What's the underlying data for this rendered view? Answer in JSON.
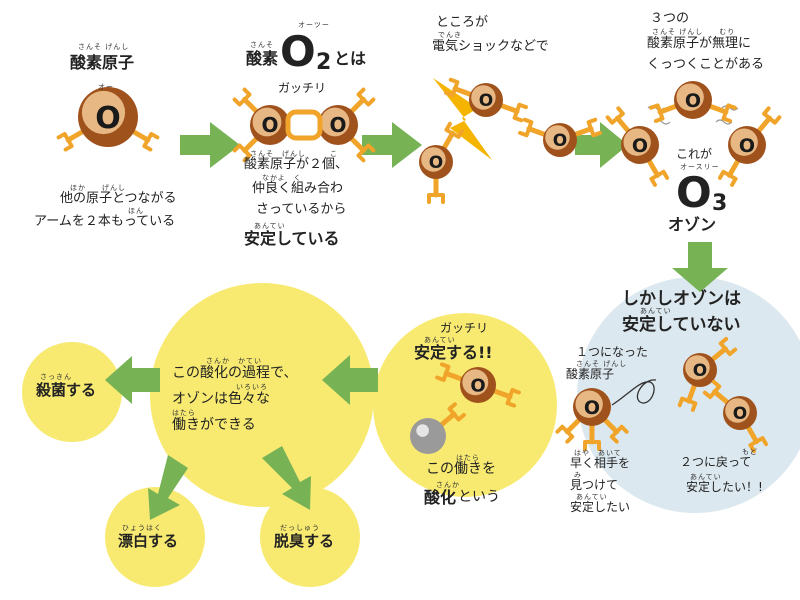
{
  "colors": {
    "atom_outer": "#a0521d",
    "atom_inner": "#e7b883",
    "arm": "#f0a52a",
    "arrow": "#77b255",
    "yellow": "#f8ea71",
    "blue": "#dce8ef",
    "bolt": "#f4b400",
    "grey_atom": "#9a9a9a"
  },
  "atom_letter": "O",
  "grey_atom_icon": "grey-atom",
  "panel1": {
    "title": "酸素原子",
    "title_ruby": "さんそ げんし",
    "atom_ruby": "オー",
    "line1": "他の原子とつながる",
    "line1_ruby": "ほか　　げんし",
    "line2": "アームを２本もっている",
    "line2_ruby": "ほん"
  },
  "panel2": {
    "title_pre": "酸素",
    "title_pre_ruby": "さんそ",
    "big": "O",
    "sub": "2",
    "big_ruby": "オーツー",
    "title_post": "とは",
    "gatchiri": "ガッチリ",
    "line1": "酸素原子が２個、",
    "line1_ruby": "さんそ　げんし　　　こ",
    "line2": "仲良く組み合わ",
    "line2_ruby": "なかよ　く",
    "line3": "さっているから",
    "line4": "安定している",
    "line4_ruby": "あんてい"
  },
  "panel3": {
    "line1": "ところが",
    "line2": "電気ショックなどで",
    "line2_ruby": "でんき"
  },
  "panel4": {
    "line1": "３つの",
    "line2": "酸素原子が無理に",
    "line2_ruby": "さんそ げんし　　むり",
    "line3": "くっつくことがある",
    "kore": "これが",
    "big": "O",
    "sub": "3",
    "big_ruby": "オースリー",
    "ozone": "オゾン"
  },
  "panel5": {
    "head1": "しかしオゾンは",
    "head2": "安定していない",
    "head2_ruby": "あんてい",
    "single1": "１つになった",
    "single2": "酸素原子",
    "single2_ruby": "さんそ げんし",
    "find1": "早く相手を",
    "find1_ruby": "はや　あいて",
    "find2": "見つけて",
    "find2_ruby": "み",
    "find3": "安定したい",
    "find3_ruby": "あんてい",
    "back1": "２つに戻って",
    "back1_ruby": "もど",
    "back2": "安定したい！!",
    "back2_ruby": "あんてい"
  },
  "panel6": {
    "gatchiri": "ガッチリ",
    "anteisuru": "安定する!!",
    "anteisuru_ruby": "あんてい",
    "line1": "この働きを",
    "line1_ruby": "はたら",
    "line2a": "酸化",
    "line2a_ruby": "さんか",
    "line2b": "という"
  },
  "panel7": {
    "line1": "この酸化の過程で、",
    "line1_ruby": "さんか　かてい",
    "line2": "オゾンは色々な",
    "line2_ruby": "いろいろ",
    "line3": "働きができる",
    "line3_ruby": "はたら"
  },
  "results": {
    "sakkin": "殺菌する",
    "sakkin_ruby": "さっきん",
    "hyouhaku": "漂白する",
    "hyouhaku_ruby": "ひょうはく",
    "dasshuu": "脱臭する",
    "dasshuu_ruby": "だっしゅう"
  }
}
